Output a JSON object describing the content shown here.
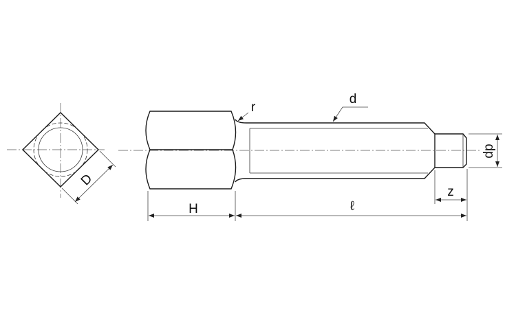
{
  "labels": {
    "D": "D",
    "r": "r",
    "d": "d",
    "H": "H",
    "l": "ℓ",
    "z": "z",
    "dp": "dp"
  }
}
